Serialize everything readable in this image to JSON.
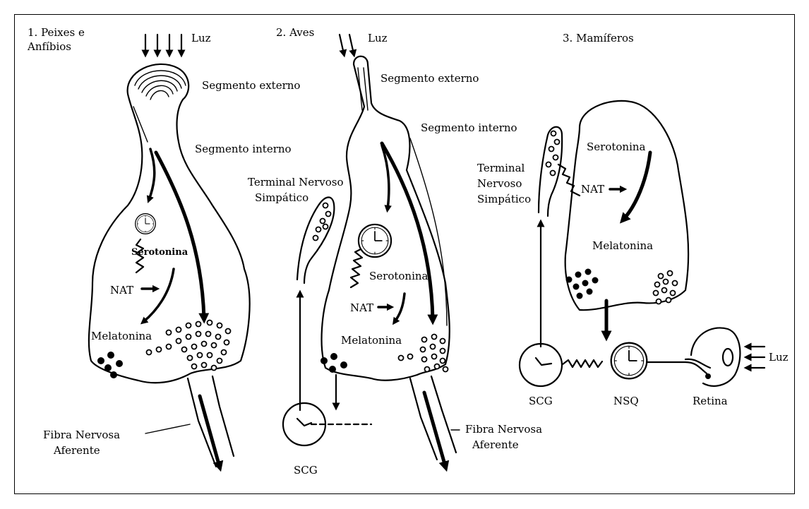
{
  "panel1": {
    "title": "1. Peixes e",
    "title_line2": "Anfíbios",
    "luz": "Luz",
    "segmento_externo": "Segmento externo",
    "segmento_interno": "Segmento interno",
    "serotonina": "Serotonina",
    "nat": "NAT",
    "melatonina": "Melatonina",
    "fibra_line1": "Fibra Nervosa",
    "fibra_line2": "Aferente"
  },
  "panel2": {
    "title": "2. Aves",
    "luz": "Luz",
    "segmento_externo": "Segmento externo",
    "segmento_interno": "Segmento interno",
    "terminal_line1": "Terminal Nervoso",
    "terminal_line2": "Simpático",
    "serotonina": "Serotonina",
    "nat": "NAT",
    "melatonina": "Melatonina",
    "fibra_line1": "Fibra Nervosa",
    "fibra_line2": "Aferente",
    "scg": "SCG"
  },
  "panel3": {
    "title": "3. Mamíferos",
    "terminal_line1": "Terminal",
    "terminal_line2": "Nervoso",
    "terminal_line3": "Simpático",
    "serotonina": "Serotonina",
    "nat": "NAT",
    "melatonina": "Melatonina",
    "scg": "SCG",
    "nsq": "NSQ",
    "retina": "Retina",
    "luz": "Luz"
  }
}
